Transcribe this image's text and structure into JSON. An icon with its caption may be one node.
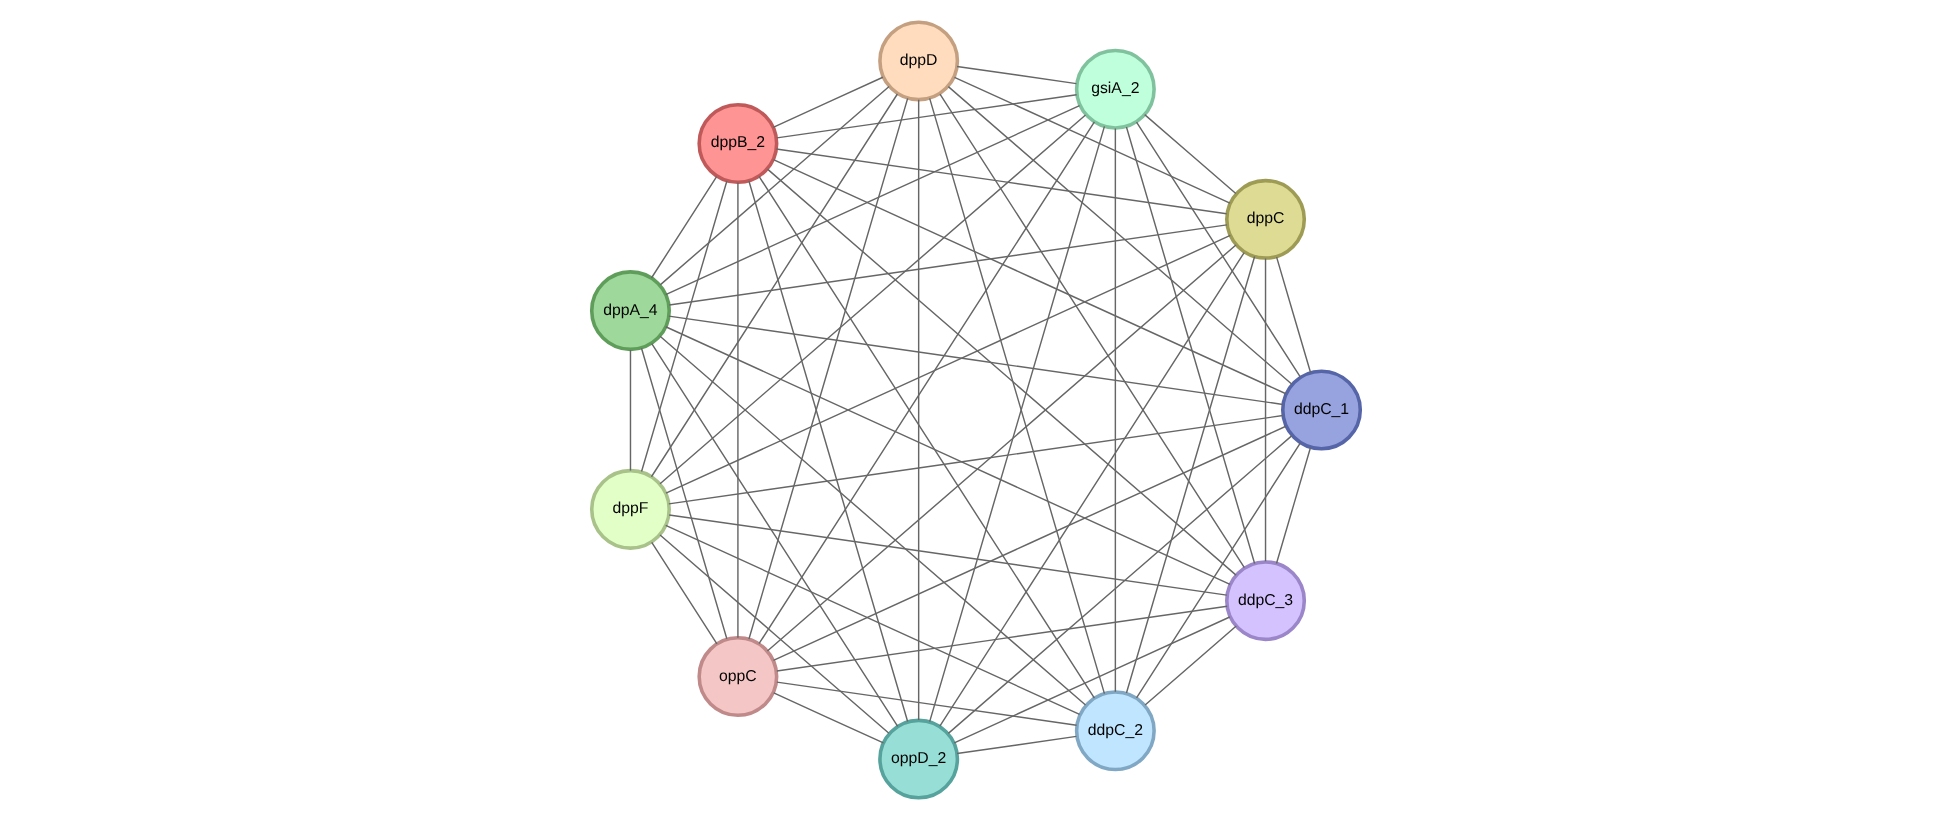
{
  "diagram": {
    "nodes": [
      {
        "text": [
          "ddpC_3"
        ]
      },
      {
        "text": [
          "ddpC_1"
        ]
      },
      {
        "text": [
          "oppD_2"
        ]
      },
      {
        "text": [
          "oppC"
        ]
      },
      {
        "text": [
          "dppF"
        ]
      },
      {
        "text": [
          "dppA_4"
        ]
      },
      {
        "text": [
          "dppB_2"
        ]
      },
      {
        "text": [
          "dppD"
        ]
      },
      {
        "text": [
          "gsiA_2"
        ]
      },
      {
        "text": [
          "dppC"
        ]
      },
      {
        "text": [
          "ddpC_2"
        ]
      }
    ],
    "edges": [
      {
        "from": 0,
        "to": 1,
        "arrow": "none"
      },
      {
        "from": 0,
        "to": 2,
        "arrow": "none"
      },
      {
        "from": 0,
        "to": 3,
        "arrow": "none"
      },
      {
        "from": 0,
        "to": 4,
        "arrow": "none"
      },
      {
        "from": 0,
        "to": 5,
        "arrow": "none"
      },
      {
        "from": 0,
        "to": 6,
        "arrow": "none"
      },
      {
        "from": 0,
        "to": 7,
        "arrow": "none"
      },
      {
        "from": 0,
        "to": 8,
        "arrow": "none"
      },
      {
        "from": 0,
        "to": 9,
        "arrow": "none"
      },
      {
        "from": 0,
        "to": 10,
        "arrow": "none"
      },
      {
        "from": 1,
        "to": 2,
        "arrow": "none"
      },
      {
        "from": 1,
        "to": 3,
        "arrow": "none"
      },
      {
        "from": 1,
        "to": 4,
        "arrow": "none"
      },
      {
        "from": 1,
        "to": 5,
        "arrow": "none"
      },
      {
        "from": 1,
        "to": 6,
        "arrow": "none"
      },
      {
        "from": 1,
        "to": 7,
        "arrow": "none"
      },
      {
        "from": 1,
        "to": 8,
        "arrow": "none"
      },
      {
        "from": 1,
        "to": 9,
        "arrow": "none"
      },
      {
        "from": 1,
        "to": 10,
        "arrow": "none"
      },
      {
        "from": 2,
        "to": 3,
        "arrow": "none"
      },
      {
        "from": 2,
        "to": 4,
        "arrow": "none"
      },
      {
        "from": 2,
        "to": 5,
        "arrow": "none"
      },
      {
        "from": 2,
        "to": 6,
        "arrow": "none"
      },
      {
        "from": 2,
        "to": 7,
        "arrow": "none"
      },
      {
        "from": 2,
        "to": 8,
        "arrow": "none"
      },
      {
        "from": 2,
        "to": 9,
        "arrow": "none"
      },
      {
        "from": 2,
        "to": 10,
        "arrow": "none"
      },
      {
        "from": 3,
        "to": 4,
        "arrow": "none"
      },
      {
        "from": 3,
        "to": 5,
        "arrow": "none"
      },
      {
        "from": 3,
        "to": 6,
        "arrow": "none"
      },
      {
        "from": 3,
        "to": 7,
        "arrow": "none"
      },
      {
        "from": 3,
        "to": 8,
        "arrow": "none"
      },
      {
        "from": 3,
        "to": 9,
        "arrow": "none"
      },
      {
        "from": 3,
        "to": 10,
        "arrow": "none"
      },
      {
        "from": 4,
        "to": 5,
        "arrow": "none"
      },
      {
        "from": 4,
        "to": 6,
        "arrow": "none"
      },
      {
        "from": 4,
        "to": 7,
        "arrow": "none"
      },
      {
        "from": 4,
        "to": 8,
        "arrow": "none"
      },
      {
        "from": 4,
        "to": 9,
        "arrow": "none"
      },
      {
        "from": 4,
        "to": 10,
        "arrow": "none"
      },
      {
        "from": 5,
        "to": 6,
        "arrow": "none"
      },
      {
        "from": 5,
        "to": 7,
        "arrow": "none"
      },
      {
        "from": 5,
        "to": 8,
        "arrow": "none"
      },
      {
        "from": 5,
        "to": 9,
        "arrow": "none"
      },
      {
        "from": 5,
        "to": 10,
        "arrow": "none"
      },
      {
        "from": 6,
        "to": 7,
        "arrow": "none"
      },
      {
        "from": 6,
        "to": 8,
        "arrow": "none"
      },
      {
        "from": 6,
        "to": 9,
        "arrow": "none"
      },
      {
        "from": 6,
        "to": 10,
        "arrow": "none"
      },
      {
        "from": 7,
        "to": 8,
        "arrow": "none"
      },
      {
        "from": 7,
        "to": 9,
        "arrow": "none"
      },
      {
        "from": 7,
        "to": 10,
        "arrow": "none"
      },
      {
        "from": 8,
        "to": 9,
        "arrow": "none"
      },
      {
        "from": 8,
        "to": 10,
        "arrow": "none"
      },
      {
        "from": 9,
        "to": 10,
        "arrow": "none"
      }
    ]
  }
}
